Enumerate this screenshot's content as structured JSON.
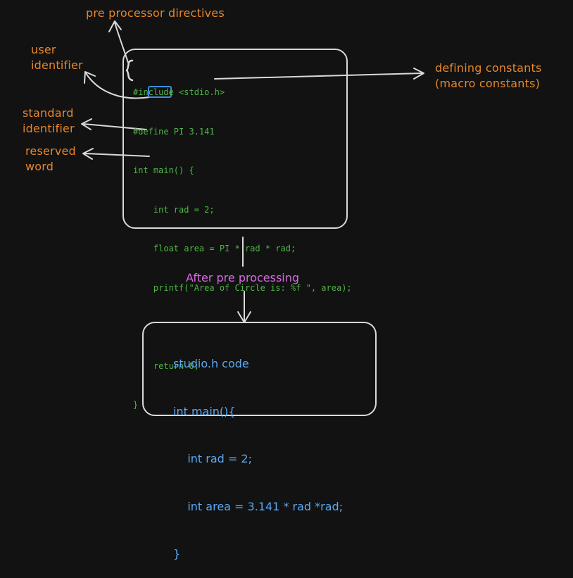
{
  "labels": {
    "preprocessor": "pre processor directives",
    "user_identifier": [
      "user",
      "identifier"
    ],
    "standard_identifier": [
      "standard",
      "identifier"
    ],
    "reserved_word": [
      "reserved",
      "word"
    ],
    "defining_constants": [
      "defining constants",
      "(macro constants)"
    ]
  },
  "source_code": [
    "#include <stdio.h>",
    "#define PI 3.141",
    "int main() {",
    "    int rad = 2;",
    "    float area = PI * rad * rad;",
    "    printf(\"Area of Circle is: %f \", area);",
    "",
    "    return 0;",
    "}"
  ],
  "after_label": "After pre processing",
  "processed_code": [
    "studio.h code",
    "int main(){",
    "    int rad = 2;",
    "    int area = 3.141 * rad *rad;",
    "}"
  ],
  "colors": {
    "background": "#121212",
    "stroke": "#d9d9d9",
    "label": "#e8862a",
    "source_code": "#4fb547",
    "processed_code": "#5aa7f2",
    "after_label": "#d56be0",
    "highlight": "#3d8ee0"
  }
}
